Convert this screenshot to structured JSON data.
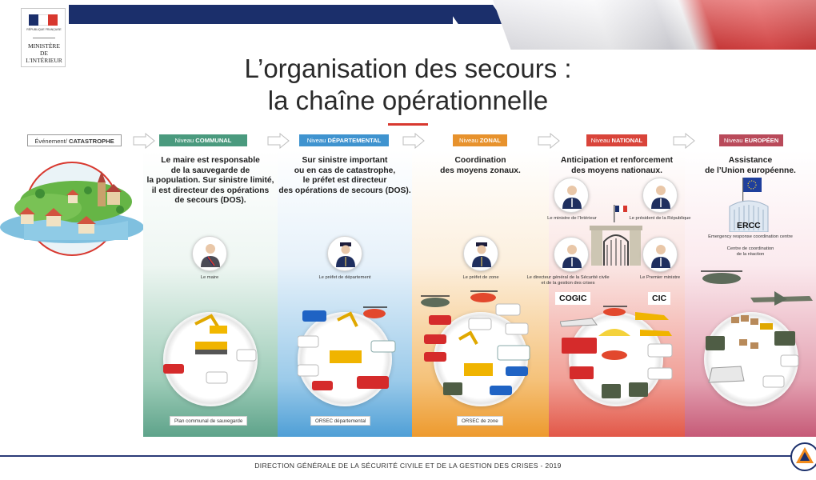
{
  "header": {
    "logo": {
      "republic": "RÉPUBLIQUE FRANÇAISE",
      "ministry": "MINISTÈRE\nDE\nL'INTÉRIEUR",
      "flag_colors": [
        "#1b2f6b",
        "#ffffff",
        "#d8382f"
      ]
    },
    "title_line1": "L’organisation des secours :",
    "title_line2": "la chaîne opérationnelle",
    "accent_color": "#d8382f"
  },
  "flow": {
    "event": {
      "prefix": "Événement/ ",
      "strong": "CATASTROPHE"
    },
    "levels": [
      {
        "id": "communal",
        "prefix": "Niveau ",
        "strong": "COMMUNAL",
        "color": "#4a9a7e",
        "lines": [
          "Le maire est responsable",
          "de la sauvegarde de",
          "la population. Sur sinistre limité,",
          "il est directeur des opérations",
          "de secours (DOS)."
        ],
        "actors": [
          "Le maire"
        ],
        "plan": "Plan communal de sauvegarde"
      },
      {
        "id": "departemental",
        "prefix": "Niveau ",
        "strong": "DÉPARTEMENTAL",
        "color": "#3f93cf",
        "lines": [
          "Sur sinistre important",
          "ou en cas de catastrophe,",
          "le préfet est directeur",
          "des opérations de secours (DOS)."
        ],
        "actors": [
          "Le préfet de département"
        ],
        "plan": "ORSEC départemental"
      },
      {
        "id": "zonal",
        "prefix": "Niveau ",
        "strong": "ZONAL",
        "color": "#e7922d",
        "lines": [
          "Coordination",
          "des moyens zonaux."
        ],
        "actors": [
          "Le préfet de zone"
        ],
        "plan": "ORSEC de zone"
      },
      {
        "id": "national",
        "prefix": "Niveau ",
        "strong": "NATIONAL",
        "color": "#d9443a",
        "lines": [
          "Anticipation et renforcement",
          "des moyens nationaux."
        ],
        "actors": [
          "Le ministre de l'Intérieur",
          "Le président de la République",
          "Le directeur général de la Sécurité civile",
          "et de la gestion des crises",
          "Le Premier ministre"
        ],
        "centers": [
          "COGIC",
          "CIC"
        ]
      },
      {
        "id": "europeen",
        "prefix": "Niveau ",
        "strong": "EUROPÉEN",
        "color": "#b94a5a",
        "lines": [
          "Assistance",
          "de l’Union européenne."
        ],
        "center_name": "ERCC",
        "center_desc": "Emergency response coordination centre",
        "center_desc2": "Centre de coordination",
        "center_desc3": "de la réaction"
      }
    ]
  },
  "footer": {
    "text": "DIRECTION GÉNÉRALE DE LA SÉCURITÉ CIVILE ET DE LA GESTION DES CRISES - 2019"
  }
}
